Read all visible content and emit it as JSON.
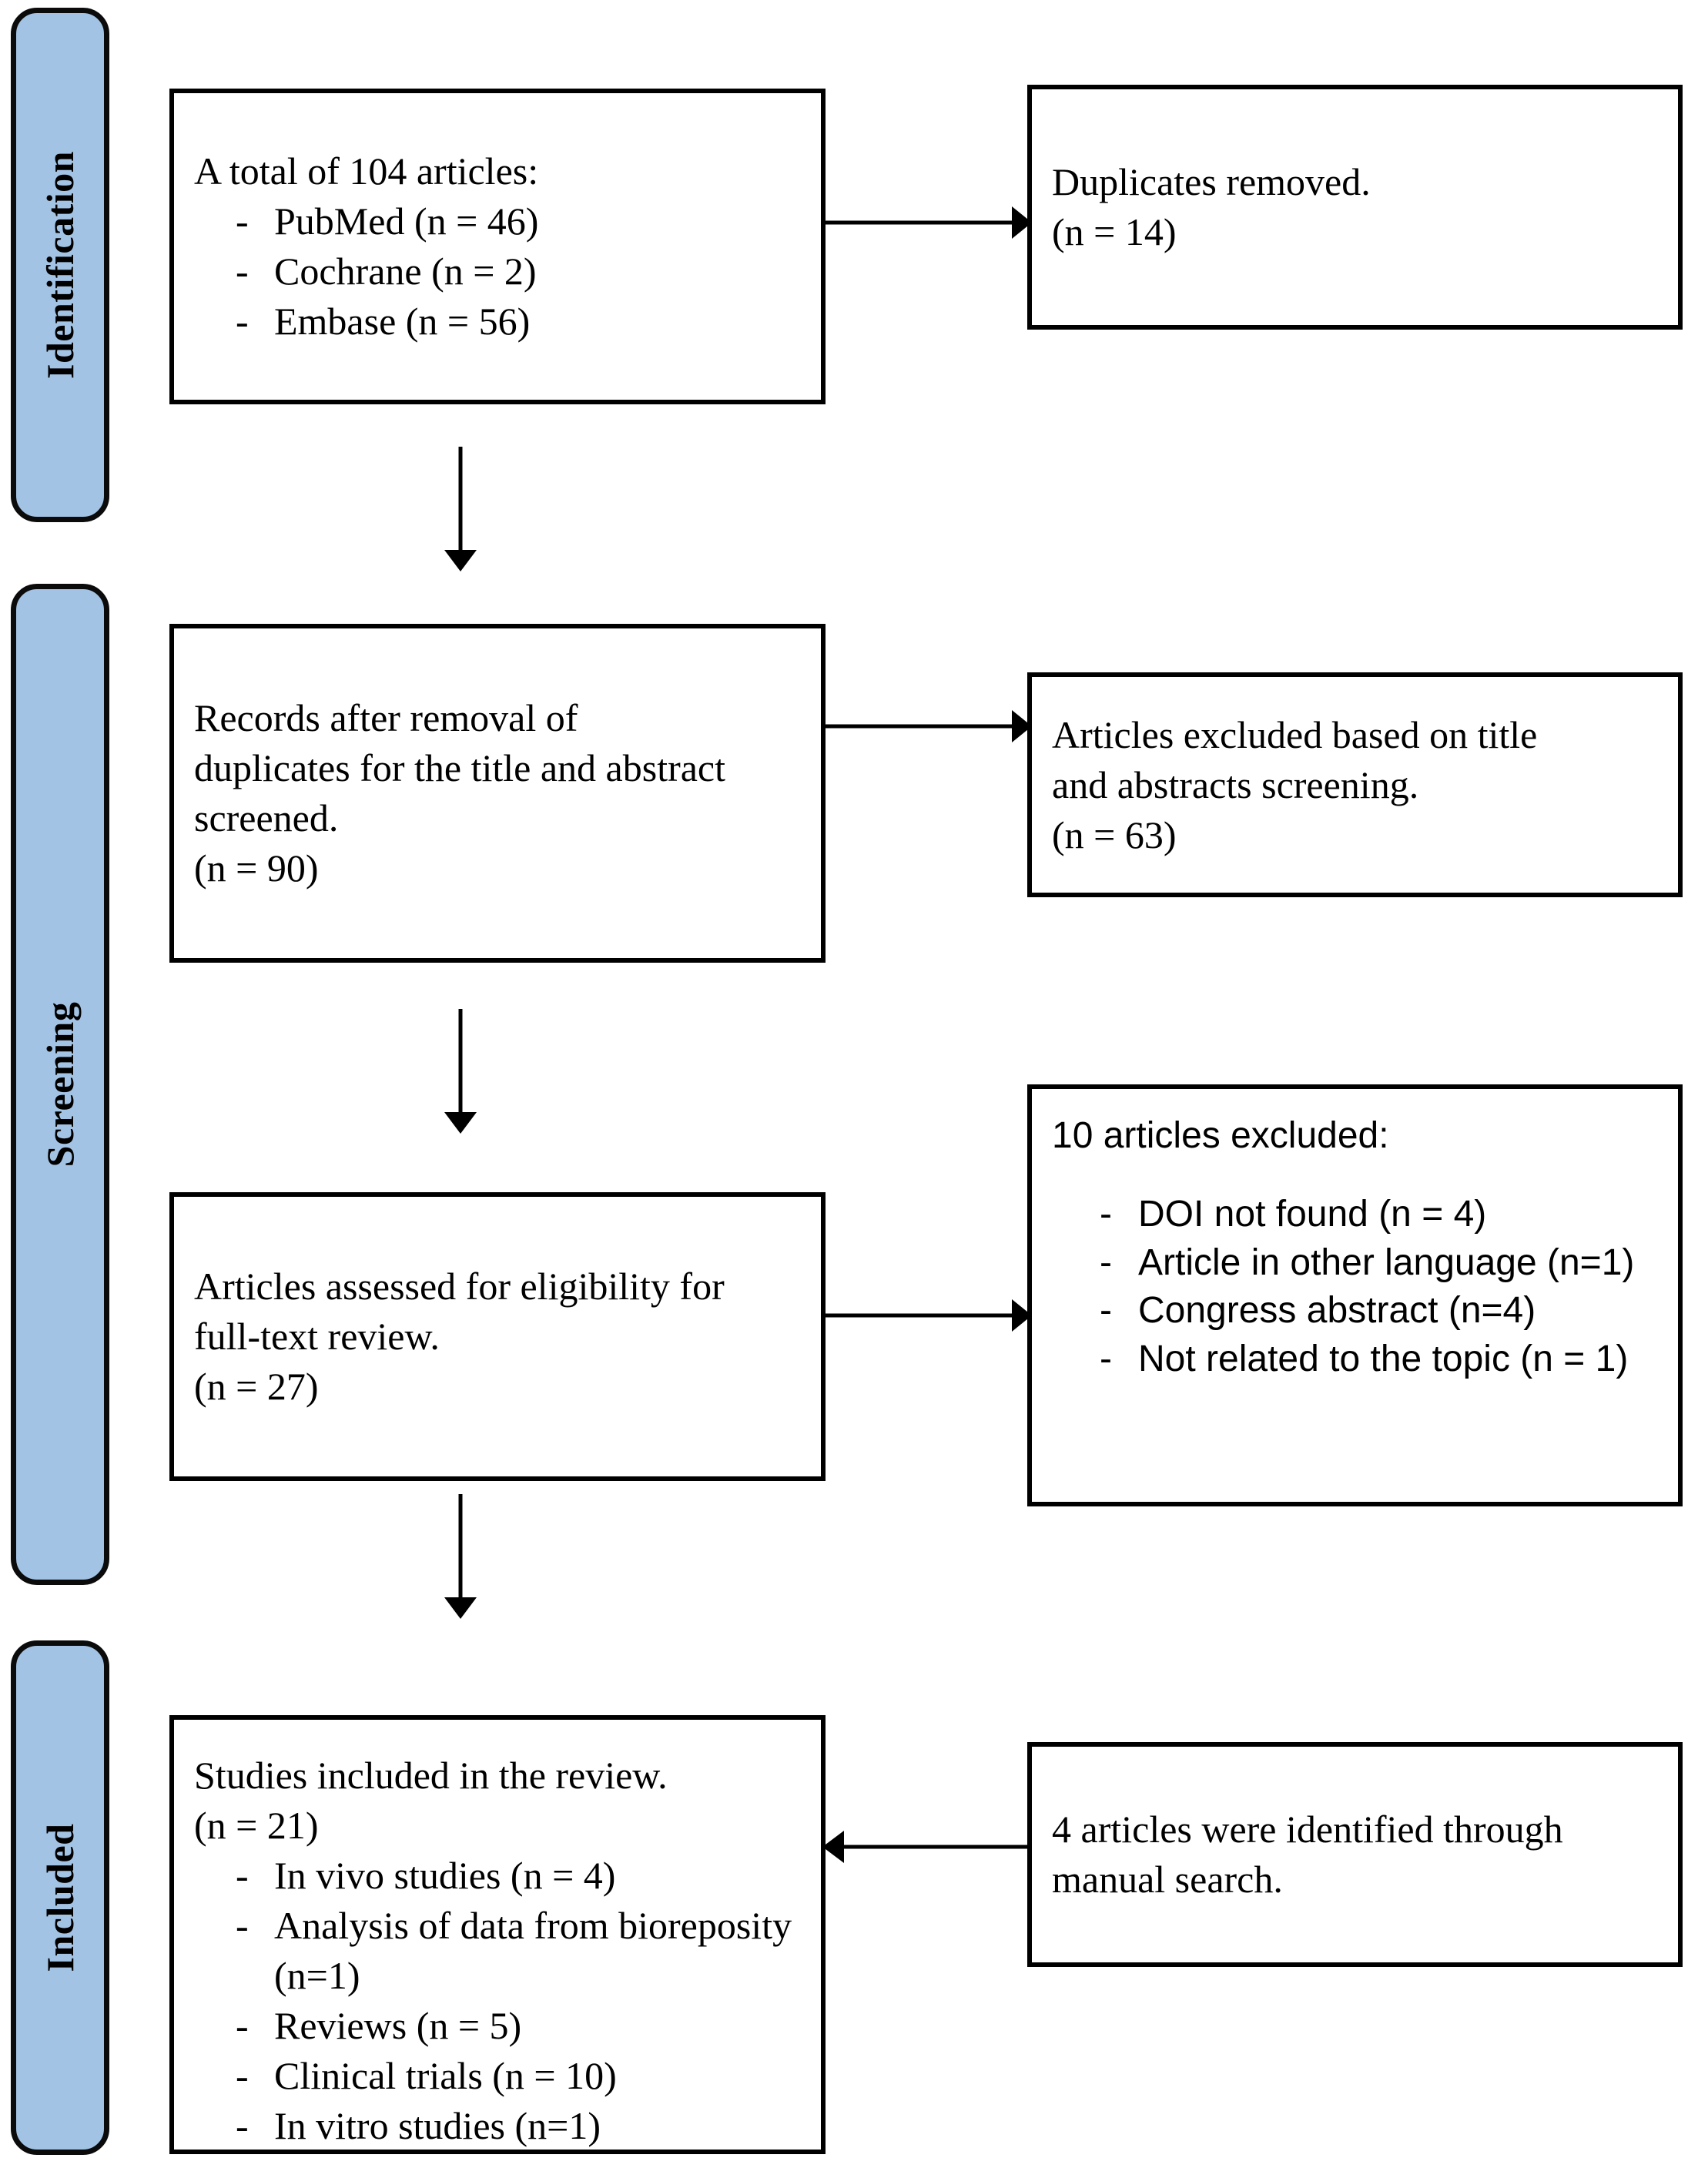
{
  "diagram": {
    "title": "PRISMA study selection flow diagram",
    "accent_color": "#a3c3e4",
    "line_color": "#000000",
    "background": "#ffffff"
  },
  "stages": [
    {
      "label": "Identification"
    },
    {
      "label": "Screening"
    },
    {
      "label": "Included"
    }
  ],
  "boxes": {
    "identification_records": {
      "heading": "A total of 104 articles:",
      "bullets": [
        {
          "dash": "-",
          "text": "PubMed (n = 46)"
        },
        {
          "dash": "-",
          "text": "Cochrane (n = 2)"
        },
        {
          "dash": "-",
          "text": "Embase (n = 56)"
        }
      ]
    },
    "duplicates_removed": {
      "line1": "Duplicates removed.",
      "line2": "(n = 14)"
    },
    "records_screened": {
      "line1": "Records after removal of",
      "line2": "duplicates for the title and abstract",
      "line3": "screened.",
      "line4": "(n = 90)"
    },
    "excluded_title_abstract": {
      "line1": "Articles excluded based on title",
      "line2": "and abstracts screening.",
      "line3": "(n = 63)"
    },
    "eligibility_fulltext": {
      "line1": "Articles assessed for eligibility for",
      "line2": "full-text review.",
      "line3": "(n = 27)"
    },
    "excluded_fulltext": {
      "heading": "10 articles excluded:",
      "bullets": [
        {
          "dash": "-",
          "text": "DOI not found (n = 4)"
        },
        {
          "dash": "-",
          "text": "Article in other language (n=1)"
        },
        {
          "dash": "-",
          "text": "Congress abstract (n=4)"
        },
        {
          "dash": "-",
          "text": "Not related to the topic (n = 1)"
        }
      ]
    },
    "studies_included": {
      "line1": "Studies included in the review.",
      "line2": "(n = 21)",
      "bullets": [
        {
          "dash": "-",
          "text": "In vivo studies (n = 4)"
        },
        {
          "dash": "-",
          "text": "Analysis of data from bioreposity (n=1)"
        },
        {
          "dash": "-",
          "text": "Reviews  (n = 5)"
        },
        {
          "dash": "-",
          "text": "Clinical trials  (n = 10)"
        },
        {
          "dash": "-",
          "text": "In vitro studies (n=1)"
        }
      ]
    },
    "manual_search": {
      "line1": "4 articles were identified through",
      "line2": "manual search."
    }
  },
  "connectors": [
    {
      "name": "identification-to-duplicates",
      "direction": "right"
    },
    {
      "name": "identification-to-screening",
      "direction": "down"
    },
    {
      "name": "screened-to-excluded-title",
      "direction": "right"
    },
    {
      "name": "screened-to-eligibility",
      "direction": "down"
    },
    {
      "name": "eligibility-to-excluded-fulltext",
      "direction": "right"
    },
    {
      "name": "eligibility-to-included",
      "direction": "down"
    },
    {
      "name": "manual-search-to-included",
      "direction": "left"
    }
  ]
}
